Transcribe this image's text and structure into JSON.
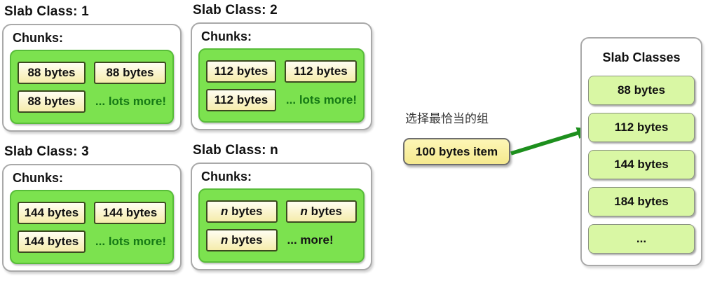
{
  "colors": {
    "green_fill": "#7ce24f",
    "green_border": "#58bd39",
    "more_green": "#157815",
    "class_fill": "#d9f7a4",
    "item_fill": "#fdf6b6",
    "arrow_green": "#1d8f1d"
  },
  "panels": [
    {
      "title": "Slab Class: 1",
      "chunks_label": "Chunks:",
      "chunks": [
        {
          "em": "",
          "text": "88 bytes"
        },
        {
          "em": "",
          "text": "88 bytes"
        },
        {
          "em": "",
          "text": "88 bytes"
        }
      ],
      "more": "... lots more!"
    },
    {
      "title": "Slab Class: 2",
      "chunks_label": "Chunks:",
      "chunks": [
        {
          "em": "",
          "text": "112 bytes"
        },
        {
          "em": "",
          "text": "112 bytes"
        },
        {
          "em": "",
          "text": "112 bytes"
        }
      ],
      "more": "... lots more!"
    },
    {
      "title": "Slab Class: 3",
      "chunks_label": "Chunks:",
      "chunks": [
        {
          "em": "",
          "text": "144 bytes"
        },
        {
          "em": "",
          "text": "144 bytes"
        },
        {
          "em": "",
          "text": "144 bytes"
        }
      ],
      "more": "... lots more!"
    },
    {
      "title": "Slab Class: n",
      "chunks_label": "Chunks:",
      "chunks": [
        {
          "em": "n",
          "text": " bytes"
        },
        {
          "em": "n",
          "text": " bytes"
        },
        {
          "em": "n",
          "text": " bytes"
        }
      ],
      "more": "... more!"
    }
  ],
  "selector": {
    "instruction": "选择最恰当的组",
    "item_label": "100 bytes item"
  },
  "slab_classes": {
    "title": "Slab Classes",
    "items": [
      "88 bytes",
      "112 bytes",
      "144 bytes",
      "184 bytes",
      "..."
    ]
  }
}
